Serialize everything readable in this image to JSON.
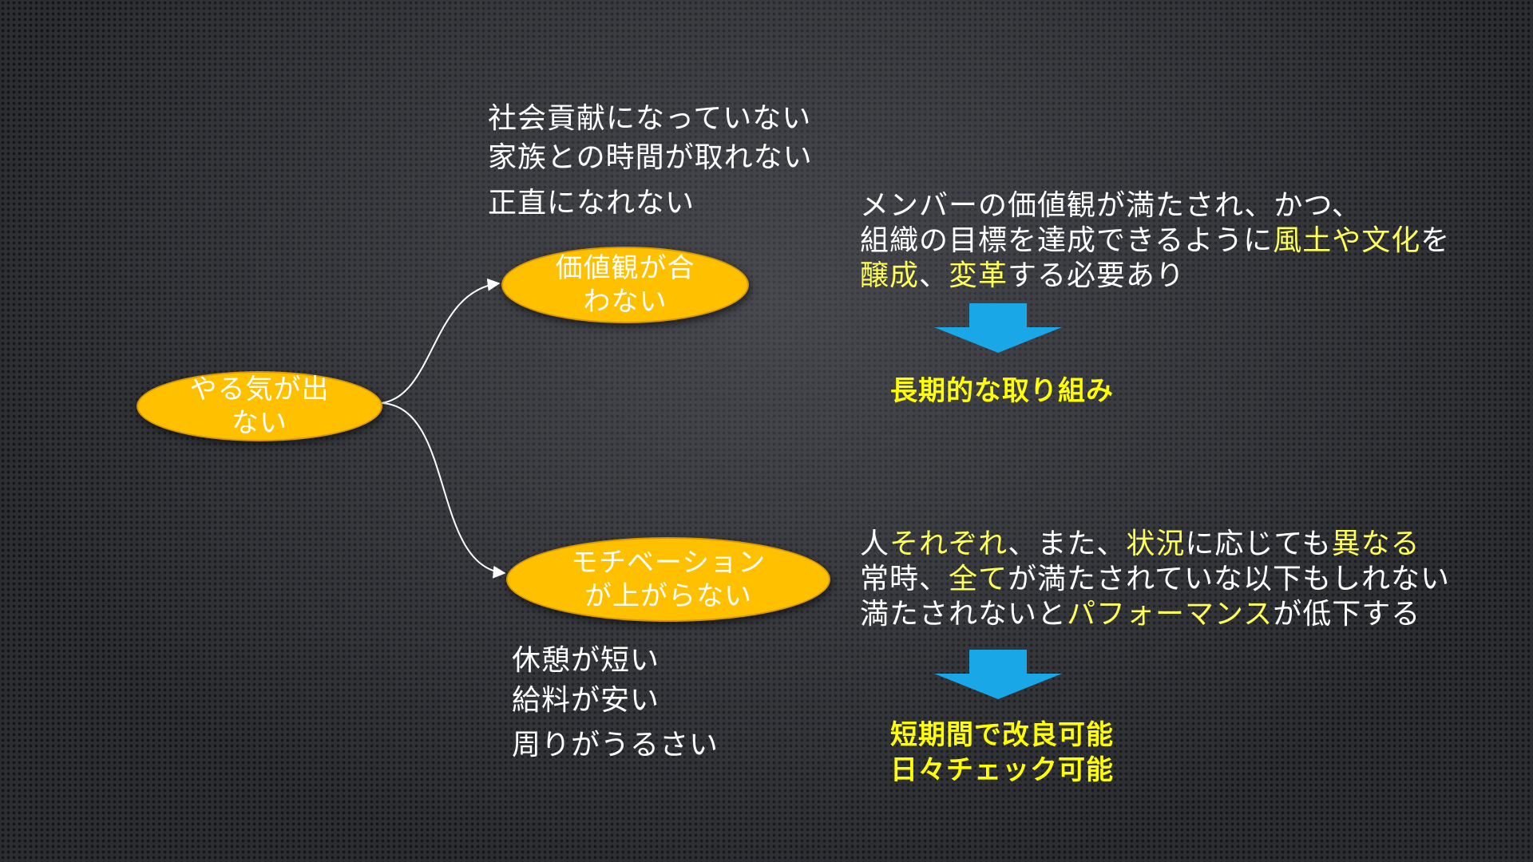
{
  "root": {
    "line1": "やる気が出",
    "line2": "ない"
  },
  "value_node": {
    "line1": "価値観が合",
    "line2": "わない"
  },
  "motivation_node": {
    "line1": "モチベーション",
    "line2": "が上がらない"
  },
  "value_causes": [
    "社会貢献になっていない",
    "家族との時間が取れない",
    "正直になれない"
  ],
  "motivation_causes": [
    "休憩が短い",
    "給料が安い",
    "周りがうるさい"
  ],
  "value_explanation": {
    "line1": "メンバーの価値観が満たされ、かつ、",
    "line2_a": "組織の目標を達成できるように",
    "line2_hl": "風土や文化",
    "line2_b": "を",
    "line3_hl1": "醸成",
    "line3_a": "、",
    "line3_hl2": "変革",
    "line3_b": "する必要あり"
  },
  "value_result": "長期的な取り組み",
  "motivation_explanation": {
    "line1_a": "人",
    "line1_hl1": "それぞれ",
    "line1_b": "、また、",
    "line1_hl2": "状況",
    "line1_c": "に応じても",
    "line1_hl3": "異なる",
    "line2_a": "常時、",
    "line2_hl": "全て",
    "line2_b": "が満たされていな以下もしれない",
    "line3_a": "満たされないと",
    "line3_hl": "パフォーマンス",
    "line3_b": "が低下する"
  },
  "motivation_result": {
    "line1": "短期間で改良可能",
    "line2": "日々チェック可能"
  },
  "colors": {
    "node_fill": "#ffc000",
    "highlight": "#ffff5a",
    "arrow": "#1aa7e8",
    "background": "#2b2d31"
  }
}
